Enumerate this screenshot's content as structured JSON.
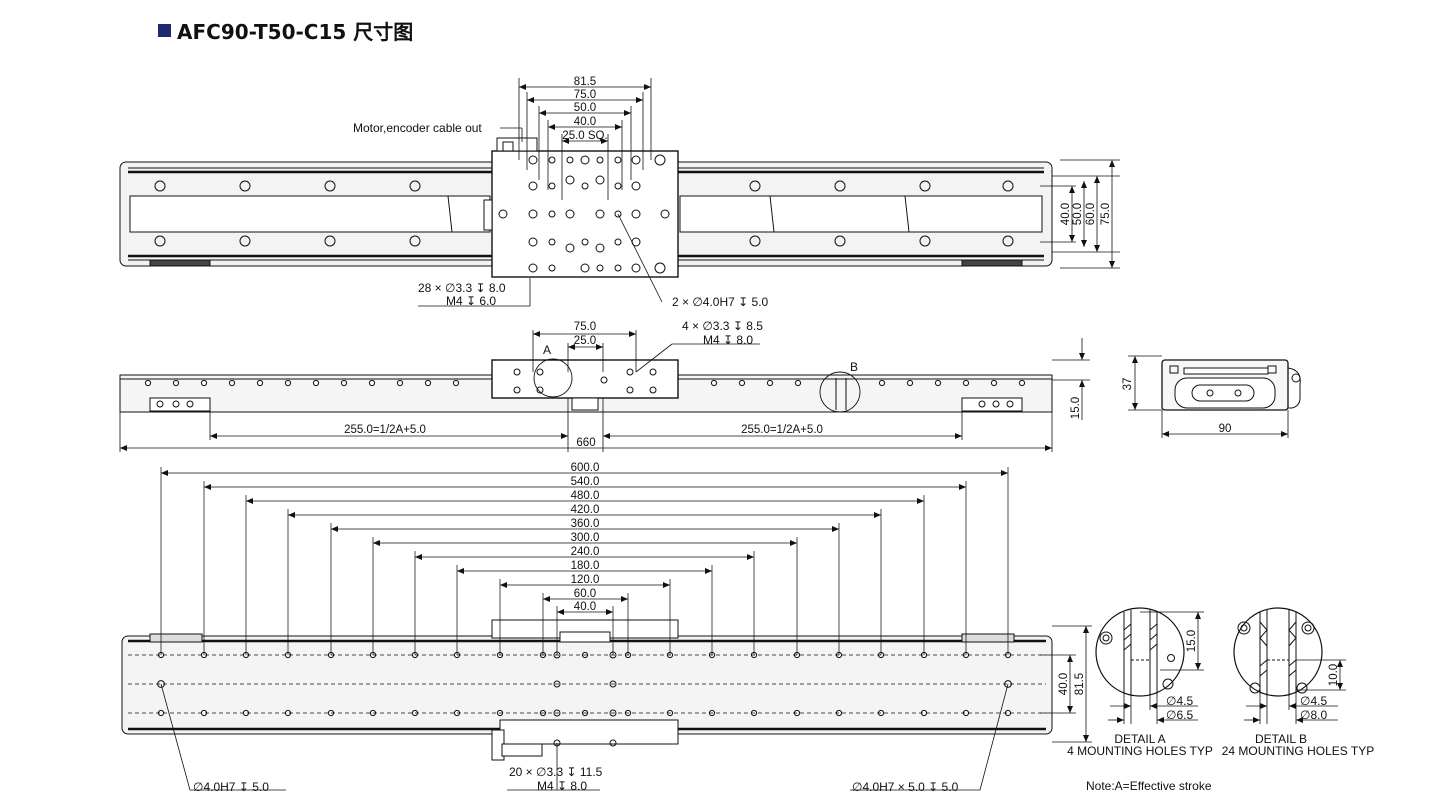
{
  "title": "AFC90-T50-C15 尺寸图",
  "colors": {
    "title_marker": "#1d2a6e",
    "line": "#111111",
    "rail_fill": "#e6e6e6"
  },
  "top_view": {
    "cable_note": "Motor,encoder cable out",
    "carriage_dims": [
      "81.5",
      "75.0",
      "50.0",
      "40.0",
      "25.0 SQ."
    ],
    "height_dims": [
      "40.0",
      "50.0",
      "60.0",
      "75.0"
    ],
    "holes_note_1": "28 × ∅3.3 ↧ 8.0",
    "holes_note_2": "M4 ↧ 6.0",
    "pin_note": "2 × ∅4.0H7 ↧ 5.0"
  },
  "side_view": {
    "dim_75": "75.0",
    "dim_25": "25.0",
    "holes_note_1": "4 × ∅3.3 ↧ 8.5",
    "holes_note_2": "M4 ↧ 8.0",
    "label_a": "A",
    "label_b": "B",
    "half_left": "255.0=1/2A+5.0",
    "half_right": "255.0=1/2A+5.0",
    "total_length": "660",
    "height_15": "15.0"
  },
  "end_view": {
    "height": "37",
    "width": "90"
  },
  "bottom_view": {
    "pitch_dims": [
      "600.0",
      "540.0",
      "480.0",
      "420.0",
      "360.0",
      "300.0",
      "240.0",
      "180.0",
      "120.0",
      "60.0",
      "40.0"
    ],
    "height_dims": [
      "40.0",
      "81.5"
    ],
    "holes_note_1": "20 × ∅3.3 ↧ 11.5",
    "holes_note_2": "M4 ↧ 8.0",
    "pin_left": "∅4.0H7 ↧ 5.0",
    "pin_right": "∅4.0H7 × 5.0 ↧ 5.0"
  },
  "detail_a": {
    "dim_15": "15.0",
    "dim_small": "∅4.5",
    "dim_large": "∅6.5",
    "caption_1": "DETAIL A",
    "caption_2": "4 MOUNTING HOLES TYP"
  },
  "detail_b": {
    "dim_10": "10.0",
    "dim_small": "∅4.5",
    "dim_large": "∅8.0",
    "caption_1": "DETAIL B",
    "caption_2": "24 MOUNTING HOLES TYP"
  },
  "note": "Note:A=Effective stroke"
}
